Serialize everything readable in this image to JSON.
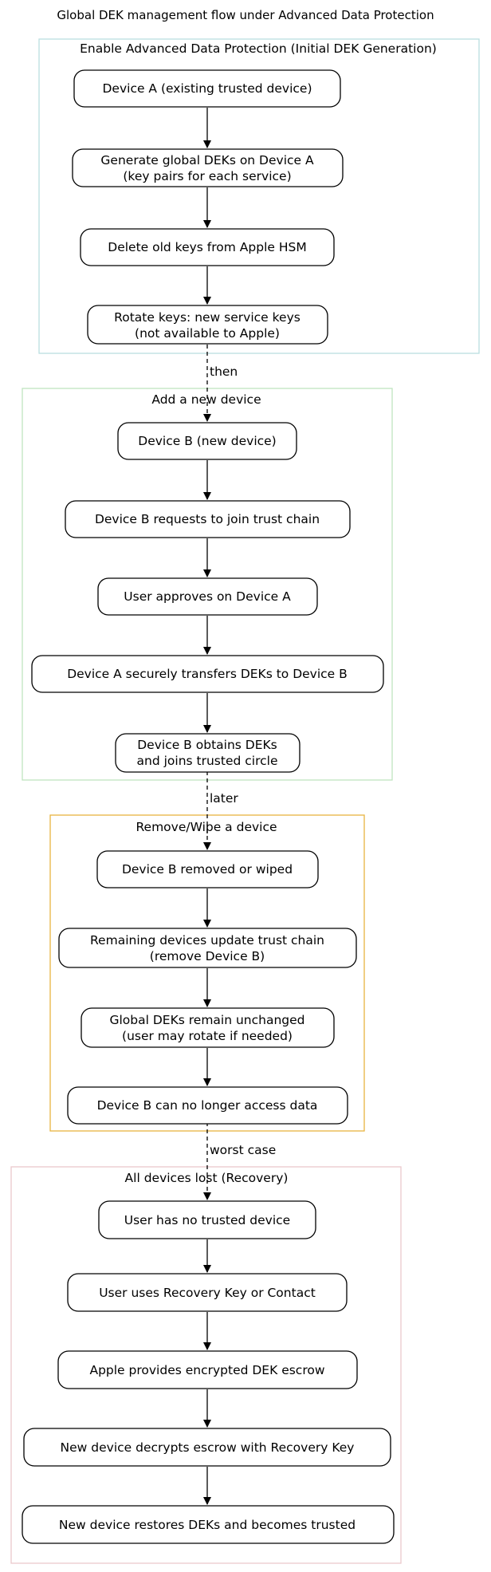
{
  "title": "Global DEK management flow under Advanced Data Protection",
  "colors": {
    "cluster1": "#b9dfe0",
    "cluster2": "#bfe5bf",
    "cluster3": "#e8b440",
    "cluster4": "#ecc8cc"
  },
  "clusters": [
    {
      "label": "Enable Advanced Data Protection (Initial DEK Generation)",
      "nodes": [
        [
          "Device A (existing trusted device)"
        ],
        [
          "Generate global DEKs on Device A",
          "(key pairs for each service)"
        ],
        [
          "Delete old keys from Apple HSM"
        ],
        [
          "Rotate keys: new service keys",
          "(not available to Apple)"
        ]
      ]
    },
    {
      "label": "Add a new device",
      "nodes": [
        [
          "Device B (new device)"
        ],
        [
          "Device B requests to join trust chain"
        ],
        [
          "User approves on Device A"
        ],
        [
          "Device A securely transfers DEKs to Device B"
        ],
        [
          "Device B obtains DEKs",
          "and joins trusted circle"
        ]
      ]
    },
    {
      "label": "Remove/Wipe a device",
      "nodes": [
        [
          "Device B removed or wiped"
        ],
        [
          "Remaining devices update trust chain",
          "(remove Device B)"
        ],
        [
          "Global DEKs remain unchanged",
          "(user may rotate if needed)"
        ],
        [
          "Device B can no longer access data"
        ]
      ]
    },
    {
      "label": "All devices lost (Recovery)",
      "nodes": [
        [
          "User has no trusted device"
        ],
        [
          "User uses Recovery Key or Contact"
        ],
        [
          "Apple provides encrypted DEK escrow"
        ],
        [
          "New device decrypts escrow with Recovery Key"
        ],
        [
          "New device restores DEKs and becomes trusted"
        ]
      ]
    }
  ],
  "transitions": [
    "then",
    "later",
    "worst case"
  ]
}
